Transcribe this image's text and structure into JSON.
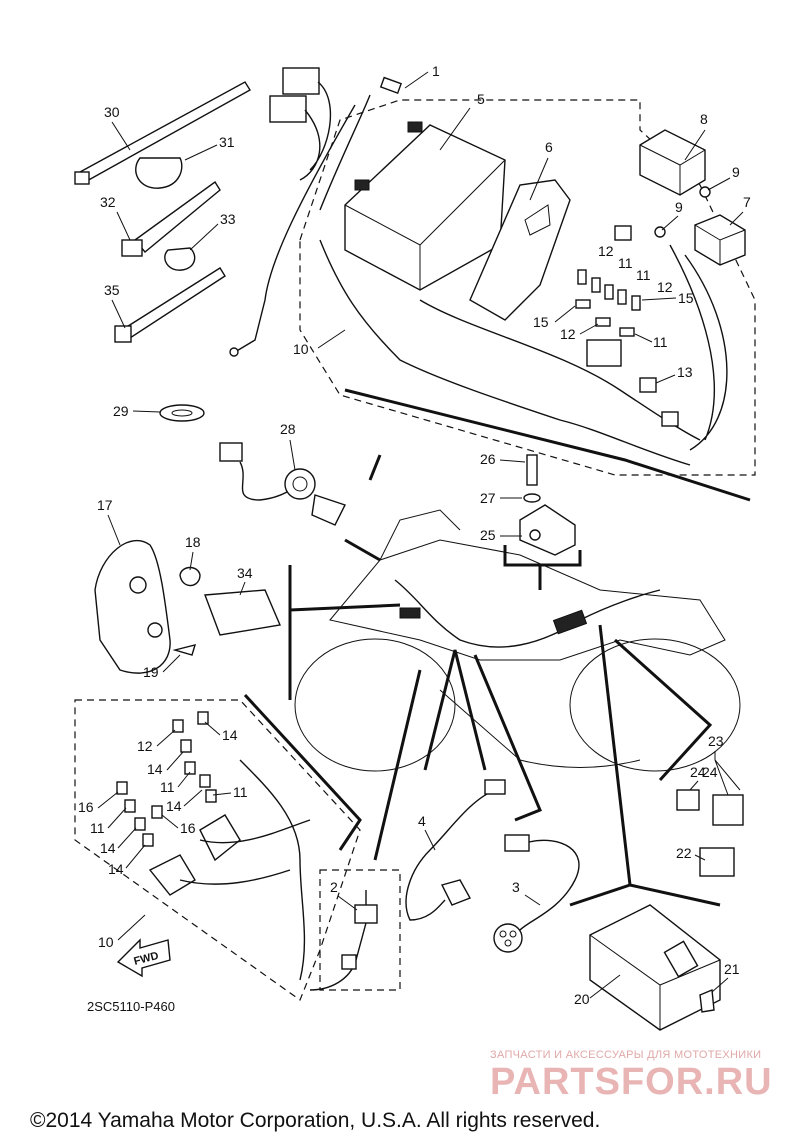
{
  "diagram": {
    "drawing_code": "2SC5110-P460",
    "fwd_label": "FWD",
    "copyright": "©2014 Yamaha Motor Corporation, U.S.A. All rights reserved.",
    "watermark": {
      "tagline": "ЗАПЧАСТИ И АКСЕССУАРЫ ДЛЯ МОТОТЕХНИКИ",
      "logo": "PARTSFOR.RU",
      "color": "#e8b4b4"
    },
    "callouts": {
      "c1": "1",
      "c2": "2",
      "c3": "3",
      "c4": "4",
      "c5": "5",
      "c6": "6",
      "c7": "7",
      "c8": "8",
      "c9a": "9",
      "c9b": "9",
      "c10a": "10",
      "c10b": "10",
      "c11a": "11",
      "c11b": "11",
      "c11c": "11",
      "c11d": "11",
      "c11e": "11",
      "c11f": "11",
      "c12a": "12",
      "c12b": "12",
      "c12c": "12",
      "c12d": "12",
      "c13": "13",
      "c14a": "14",
      "c14b": "14",
      "c14c": "14",
      "c14d": "14",
      "c14e": "14",
      "c15a": "15",
      "c15b": "15",
      "c16a": "16",
      "c16b": "16",
      "c17": "17",
      "c18": "18",
      "c19": "19",
      "c20": "20",
      "c21": "21",
      "c22": "22",
      "c23": "23",
      "c24a": "24",
      "c24b": "24",
      "c25": "25",
      "c26": "26",
      "c27": "27",
      "c28": "28",
      "c29": "29",
      "c30": "30",
      "c31": "31",
      "c32": "32",
      "c33": "33",
      "c34": "34",
      "c35": "35"
    }
  }
}
